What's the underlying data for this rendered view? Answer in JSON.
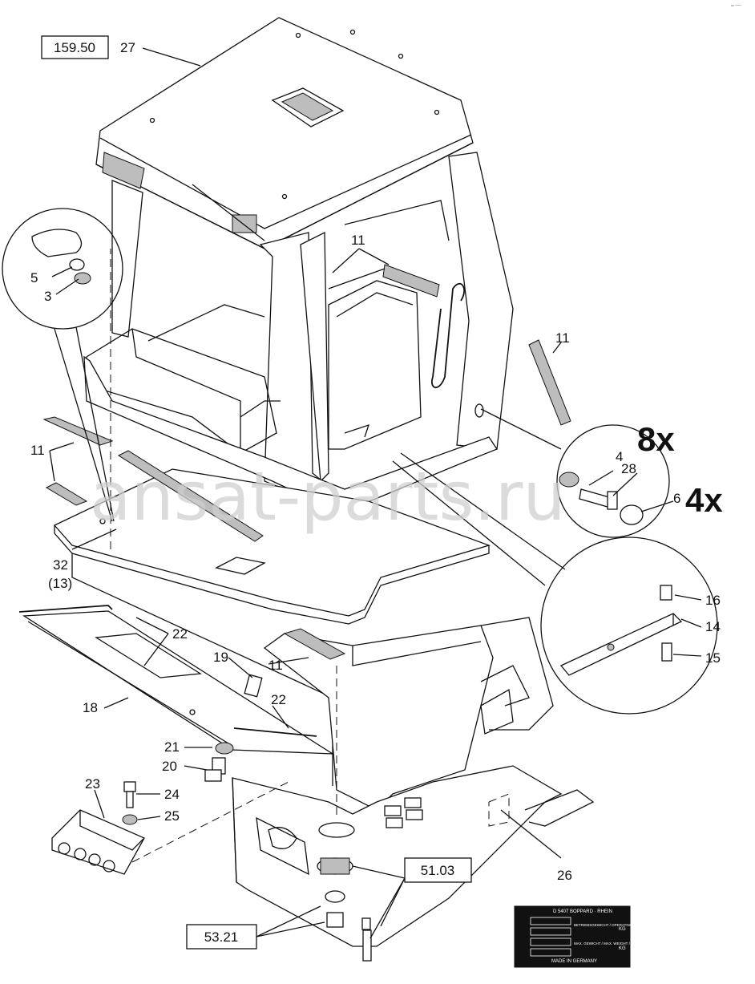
{
  "corner_mark": "ᵃᵒ ⁼⁼⁼",
  "watermark": "ansat-parts.ru",
  "ref_boxes": {
    "ref_159": "159.50",
    "ref_51": "51.03",
    "ref_53": "53.21"
  },
  "multipliers": {
    "eight": "8x",
    "four": "4x"
  },
  "callouts": {
    "n27": "27",
    "n5": "5",
    "n3": "3",
    "n11a": "11",
    "n11b": "11",
    "n11c": "11",
    "n11d": "11",
    "n4": "4",
    "n28": "28",
    "n6": "6",
    "n32": "32",
    "n13": "(13)",
    "n22a": "22",
    "n22b": "22",
    "n19": "19",
    "n18": "18",
    "n21": "21",
    "n20": "20",
    "n23": "23",
    "n24": "24",
    "n25": "25",
    "n16": "16",
    "n14": "14",
    "n15": "15",
    "n26": "26"
  },
  "nameplate": {
    "header": "D 5407 BOPPARD · RHEIN",
    "row1": "BETRIEBSGEWICHT / OPERATING WEIGHT / POIDS DE SERVICE",
    "row2": "MAX. GEWICHT / MAX. WEIGHT / POIDS MAX.",
    "unit": "KG",
    "footer": "MADE IN GERMANY"
  }
}
